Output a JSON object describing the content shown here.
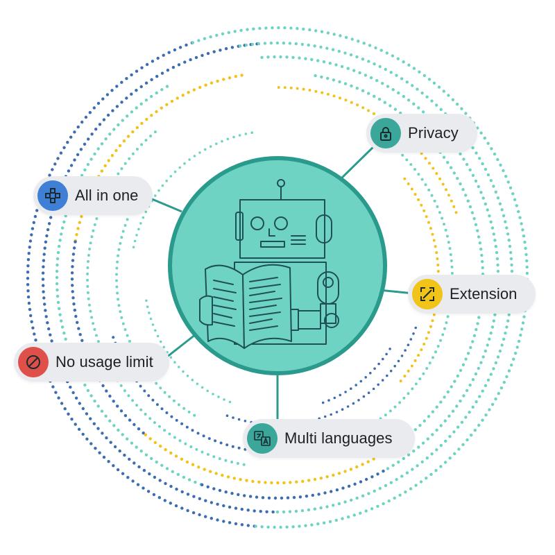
{
  "diagram": {
    "center": {
      "icon": "robot-reading-book-icon"
    },
    "features": [
      {
        "id": "privacy",
        "label": "Privacy",
        "icon": "lock-icon",
        "color": "#3aa79a"
      },
      {
        "id": "all-in-one",
        "label": "All in one",
        "icon": "grid-icon",
        "color": "#3f7fd6"
      },
      {
        "id": "extension",
        "label": "Extension",
        "icon": "resize-icon",
        "color": "#f2c318"
      },
      {
        "id": "no-usage-limit",
        "label": "No usage limit",
        "icon": "prohibited-icon",
        "color": "#e0504a"
      },
      {
        "id": "multi-languages",
        "label": "Multi languages",
        "icon": "translate-icon",
        "color": "#3aa79a"
      }
    ]
  },
  "colors": {
    "teal": "#6fd3c3",
    "teal_dark": "#2a9a8c",
    "blue_dots": "#3b6db0",
    "yellow_dots": "#f0c21a",
    "connector": "#2c9a8e",
    "pill_bg": "#e9ebee"
  }
}
